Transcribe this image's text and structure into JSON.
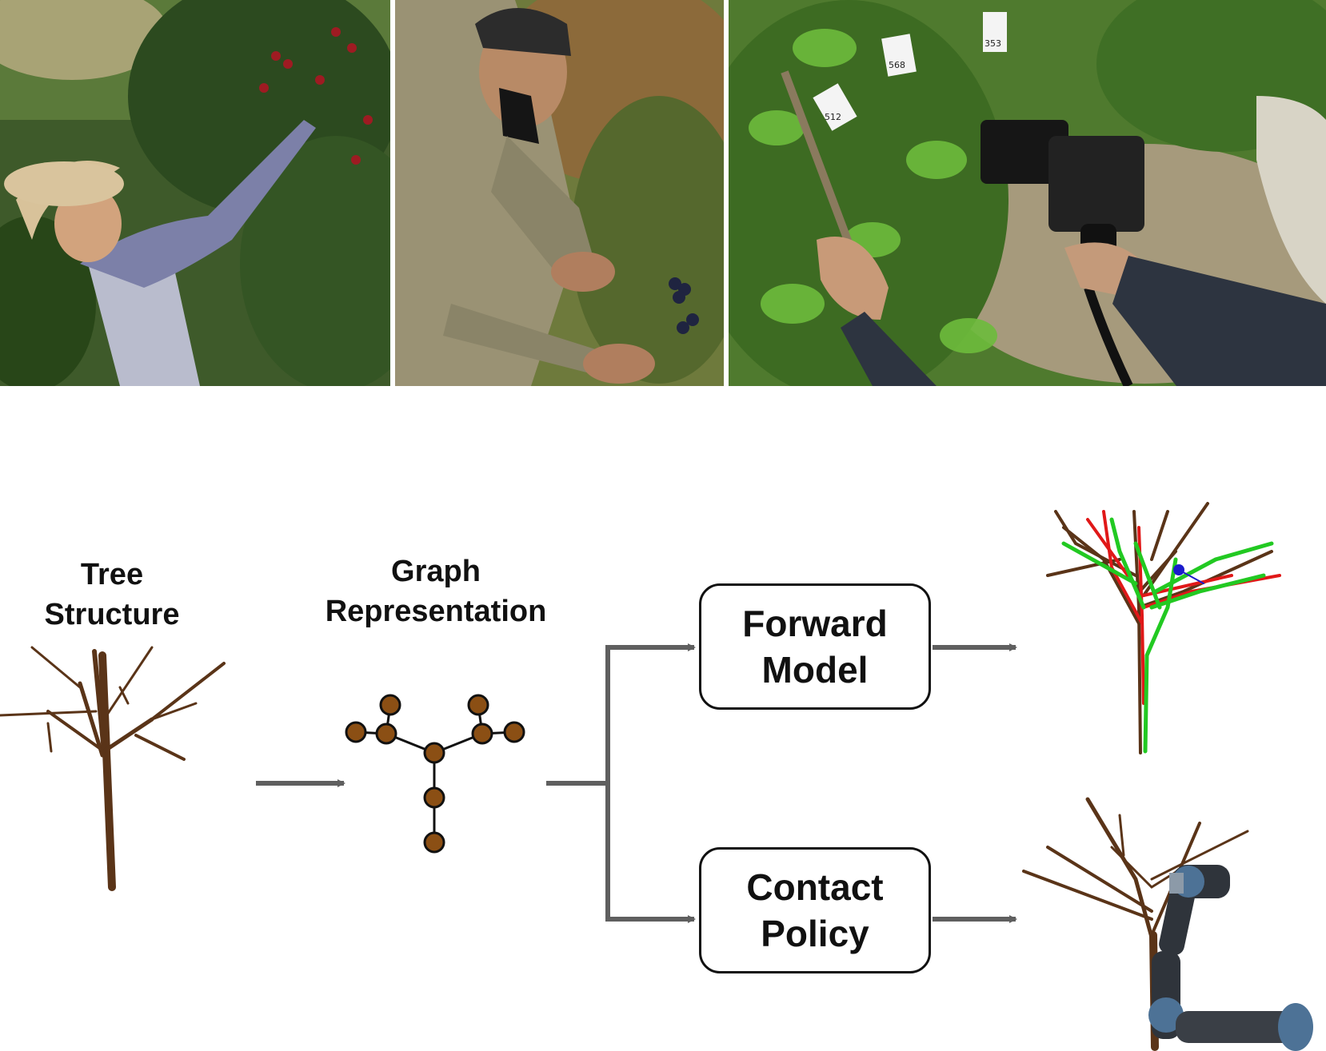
{
  "labels": {
    "tree_structure": [
      "Tree",
      "Structure"
    ],
    "graph_representation": [
      "Graph",
      "Representation"
    ]
  },
  "boxes": {
    "forward_model": [
      "Forward",
      "Model"
    ],
    "contact_policy": [
      "Contact",
      "Policy"
    ]
  },
  "photo_tags": [
    "512",
    "568",
    "353"
  ],
  "colors": {
    "arrow": "#5f5f5f",
    "branch": "#5a3418",
    "graph_node": "#8b4f14",
    "prediction_green": "#22c922",
    "prediction_red": "#e01818",
    "contact_point": "#1b1bcc",
    "robot_arm": "#2f343b"
  }
}
